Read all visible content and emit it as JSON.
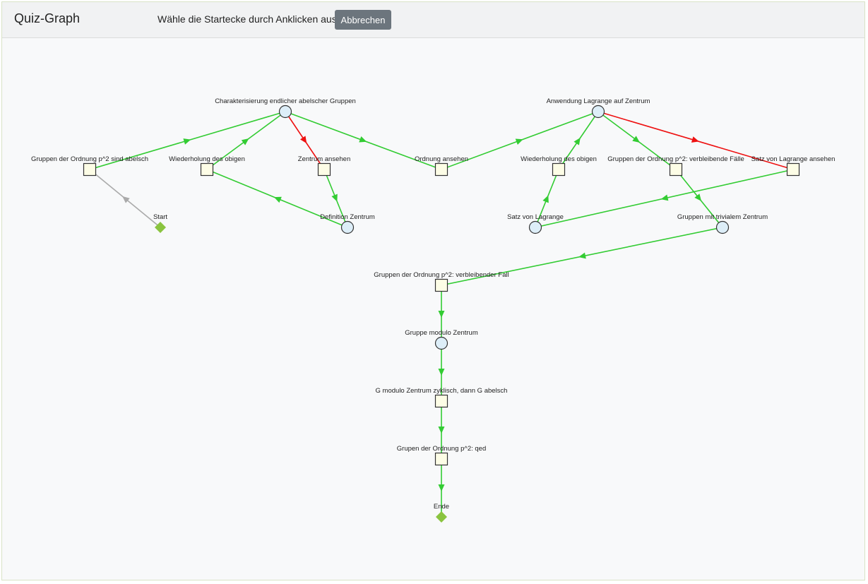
{
  "header": {
    "title": "Quiz-Graph",
    "prompt": "Wähle die Startecke durch Anklicken aus.",
    "cancel_label": "Abbrechen"
  },
  "colors": {
    "edge_green": "#33cc33",
    "edge_red": "#ee1111",
    "edge_gray": "#aaaaaa",
    "node_square_fill": "#fdfde6",
    "node_circle_fill": "#ddeef8",
    "node_terminal_fill": "#8ac43f"
  },
  "graph": {
    "nodes": {
      "charakt": {
        "label": "Charakterisierung endlicher abelscher Gruppen",
        "shape": "circle"
      },
      "lagrange_zentrum": {
        "label": "Anwendung Lagrange auf Zentrum",
        "shape": "circle"
      },
      "gruppen_p2_abelsch": {
        "label": "Gruppen der Ordnung p^2 sind abelsch",
        "shape": "square"
      },
      "wiederholung1": {
        "label": "Wiederholung des obigen",
        "shape": "square"
      },
      "zentrum_ansehen": {
        "label": "Zentrum ansehen",
        "shape": "square"
      },
      "ordnung_ansehen": {
        "label": "Ordnung ansehen",
        "shape": "square"
      },
      "wiederholung2": {
        "label": "Wiederholung des obigen",
        "shape": "square"
      },
      "gruppen_p2_faelle": {
        "label": "Gruppen der Ordnung p^2: verbleibende Fälle",
        "shape": "square"
      },
      "satz_lagrange_ansehen": {
        "label": "Satz von Lagrange ansehen",
        "shape": "square"
      },
      "start": {
        "label": "Start",
        "shape": "diamond"
      },
      "def_zentrum": {
        "label": "Definition Zentrum",
        "shape": "circle"
      },
      "satz_lagrange": {
        "label": "Satz von Lagrange",
        "shape": "circle"
      },
      "trivial_zentrum": {
        "label": "Gruppen mit trivialem Zentrum",
        "shape": "circle"
      },
      "gruppen_p2_fall": {
        "label": "Gruppen der Ordnung p^2: verbleibender Fall",
        "shape": "square"
      },
      "modulo_zentrum": {
        "label": "Gruppe modulo Zentrum",
        "shape": "circle"
      },
      "g_modulo": {
        "label": "G modulo Zentrum zyklisch, dann G abelsch",
        "shape": "square"
      },
      "gruppen_qed": {
        "label": "Grupen der Ordnung p^2: qed",
        "shape": "square"
      },
      "ende": {
        "label": "Ende",
        "shape": "diamond"
      }
    },
    "edges": [
      {
        "from": "start",
        "to": "gruppen_p2_abelsch",
        "color": "gray"
      },
      {
        "from": "gruppen_p2_abelsch",
        "to": "charakt",
        "color": "green"
      },
      {
        "from": "wiederholung1",
        "to": "charakt",
        "color": "green"
      },
      {
        "from": "charakt",
        "to": "zentrum_ansehen",
        "color": "red"
      },
      {
        "from": "charakt",
        "to": "ordnung_ansehen",
        "color": "green"
      },
      {
        "from": "zentrum_ansehen",
        "to": "def_zentrum",
        "color": "green"
      },
      {
        "from": "def_zentrum",
        "to": "wiederholung1",
        "color": "green"
      },
      {
        "from": "ordnung_ansehen",
        "to": "lagrange_zentrum",
        "color": "green"
      },
      {
        "from": "wiederholung2",
        "to": "lagrange_zentrum",
        "color": "green"
      },
      {
        "from": "lagrange_zentrum",
        "to": "gruppen_p2_faelle",
        "color": "green"
      },
      {
        "from": "lagrange_zentrum",
        "to": "satz_lagrange_ansehen",
        "color": "red"
      },
      {
        "from": "satz_lagrange_ansehen",
        "to": "satz_lagrange",
        "color": "green"
      },
      {
        "from": "satz_lagrange",
        "to": "wiederholung2",
        "color": "green"
      },
      {
        "from": "gruppen_p2_faelle",
        "to": "trivial_zentrum",
        "color": "green"
      },
      {
        "from": "trivial_zentrum",
        "to": "gruppen_p2_fall",
        "color": "green"
      },
      {
        "from": "gruppen_p2_fall",
        "to": "modulo_zentrum",
        "color": "green"
      },
      {
        "from": "modulo_zentrum",
        "to": "g_modulo",
        "color": "green"
      },
      {
        "from": "g_modulo",
        "to": "gruppen_qed",
        "color": "green"
      },
      {
        "from": "gruppen_qed",
        "to": "ende",
        "color": "green"
      }
    ]
  }
}
